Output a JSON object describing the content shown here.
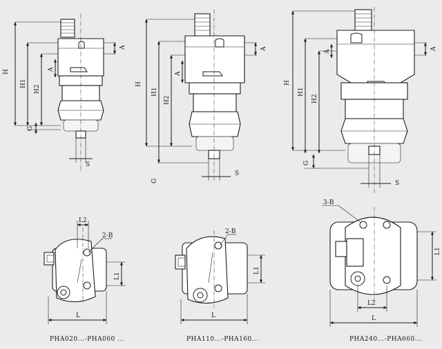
{
  "captions": {
    "small": "PHA020...-PHA060 ...",
    "medium": "PHA110...-PHA160...",
    "large": "PHA240...-PHA660..."
  },
  "dims": {
    "H": "H",
    "H1": "H1",
    "H2": "H2",
    "A": "A",
    "S": "S",
    "G": "G",
    "L": "L",
    "L1": "L1",
    "L2": "L2",
    "hole_2": "2-B",
    "hole_3": "3-B"
  }
}
